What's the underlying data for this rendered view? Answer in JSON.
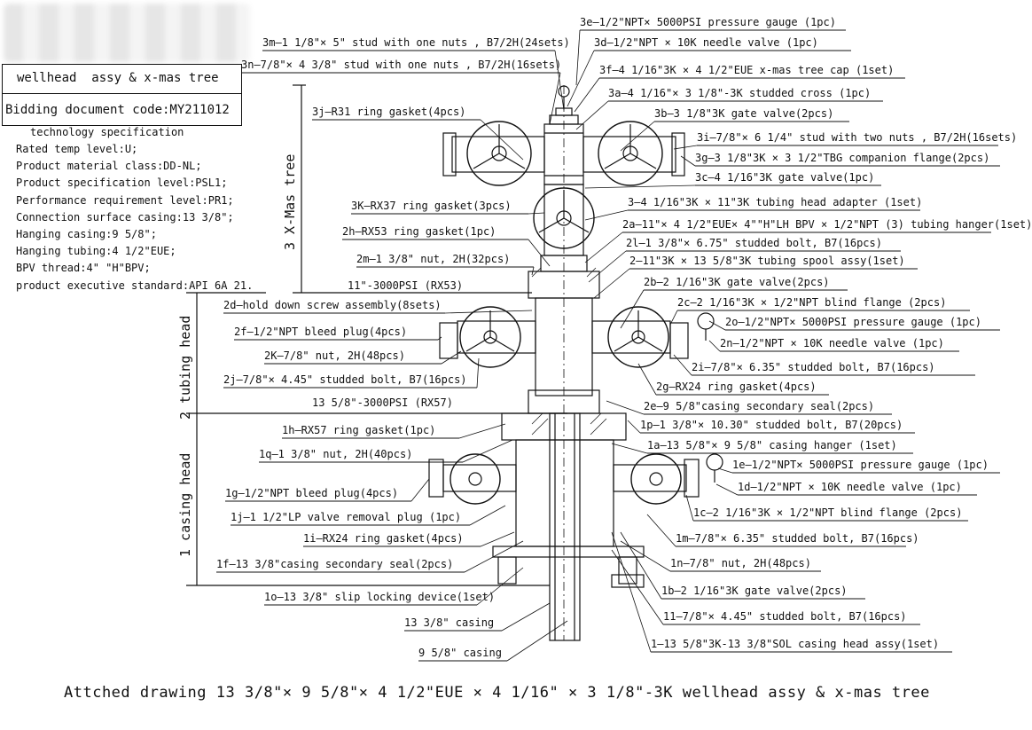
{
  "title_block": {
    "drawing_name": "wellhead  assy & x-mas tree",
    "bidding_code": "Bidding document code:MY211012"
  },
  "spec": {
    "heading": "technology specification",
    "lines": [
      "Rated temp level:U;",
      "Product material class:DD-NL;",
      "Product specification level:PSL1;",
      "Performance requirement level:PR1;",
      "Connection surface casing:13 3/8\";",
      "Hanging casing:9 5/8\";",
      "Hanging tubing:4 1/2\"EUE;",
      "BPV thread:4\" \"H\"BPV;",
      "product executive standard:API 6A 21."
    ]
  },
  "sections": {
    "xmas": "3 X-Mas tree",
    "tubing": "2 tubing head",
    "casing": "1 casing head"
  },
  "flange_labels": {
    "upper": "11\"-3000PSI (RX53)",
    "lower": "13 5/8\"-3000PSI (RX57)"
  },
  "callouts": [
    "3e—1/2\"NPT× 5000PSI pressure gauge (1pc)",
    "3m—1 1/8\"× 5\" stud with one nuts , B7/2H(24sets)",
    "3d—1/2\"NPT × 10K needle valve (1pc)",
    "3n—7/8\"× 4 3/8\" stud with one nuts , B7/2H(16sets)",
    "3f—4 1/16\"3K × 4 1/2\"EUE x-mas tree cap (1set)",
    "3a—4 1/16\"× 3 1/8\"-3K studded cross (1pc)",
    "3j—R31 ring gasket(4pcs)",
    "3b—3 1/8\"3K gate valve(2pcs)",
    "3i—7/8\"× 6 1/4\" stud with two nuts , B7/2H(16sets)",
    "3g—3 1/8\"3K × 3 1/2\"TBG companion flange(2pcs)",
    "3c—4 1/16\"3K gate valve(1pc)",
    "3—4 1/16\"3K × 11\"3K tubing head adapter (1set)",
    "3K—RX37 ring gasket(3pcs)",
    "2a—11\"× 4 1/2\"EUE× 4\"\"H\"LH BPV × 1/2\"NPT (3) tubing hanger(1set)",
    "2h—RX53 ring gasket(1pc)",
    "2l—1 3/8\"× 6.75\" studded bolt, B7(16pcs)",
    "2m—1 3/8\" nut, 2H(32pcs)",
    "2—11\"3K × 13 5/8\"3K tubing spool assy(1set)",
    "2b—2 1/16\"3K gate valve(2pcs)",
    "2d—hold down screw assembly(8sets)",
    "2c—2 1/16\"3K × 1/2\"NPT blind flange (2pcs)",
    "2o—1/2\"NPT× 5000PSI pressure gauge (1pc)",
    "2f—1/2\"NPT bleed plug(4pcs)",
    "2n—1/2\"NPT × 10K needle valve (1pc)",
    "2K—7/8\" nut, 2H(48pcs)",
    "2i—7/8\"× 6.35\" studded bolt, B7(16pcs)",
    "2j—7/8\"× 4.45\" studded bolt, B7(16pcs)",
    "2g—RX24 ring gasket(4pcs)",
    "2e—9 5/8\"casing secondary seal(2pcs)",
    "1p—1 3/8\"× 10.30\" studded bolt, B7(20pcs)",
    "1h—RX57 ring gasket(1pc)",
    "1a—13 5/8\"× 9 5/8\" casing hanger (1set)",
    "1q—1 3/8\" nut, 2H(40pcs)",
    "1e—1/2\"NPT× 5000PSI pressure gauge (1pc)",
    "1d—1/2\"NPT × 10K needle valve (1pc)",
    "1g—1/2\"NPT bleed plug(4pcs)",
    "1c—2 1/16\"3K × 1/2\"NPT blind flange (2pcs)",
    "1j—1 1/2\"LP valve removal plug (1pc)",
    "1m—7/8\"× 6.35\" studded bolt, B7(16pcs)",
    "1i—RX24 ring gasket(4pcs)",
    "1n—7/8\" nut, 2H(48pcs)",
    "1f—13 3/8\"casing secondary seal(2pcs)",
    "1b—2 1/16\"3K gate valve(2pcs)",
    "1o—13 3/8\" slip locking device(1set)",
    "11—7/8\"× 4.45\" studded bolt, B7(16pcs)",
    "13 3/8\" casing",
    "1—13 5/8\"3K-13 3/8\"SOL casing head assy(1set)",
    "9 5/8\" casing"
  ],
  "bottom_title": "Attched drawing 13 3/8\"× 9 5/8\"× 4 1/2\"EUE × 4 1/16\" × 3 1/8\"-3K wellhead assy & x-mas tree"
}
